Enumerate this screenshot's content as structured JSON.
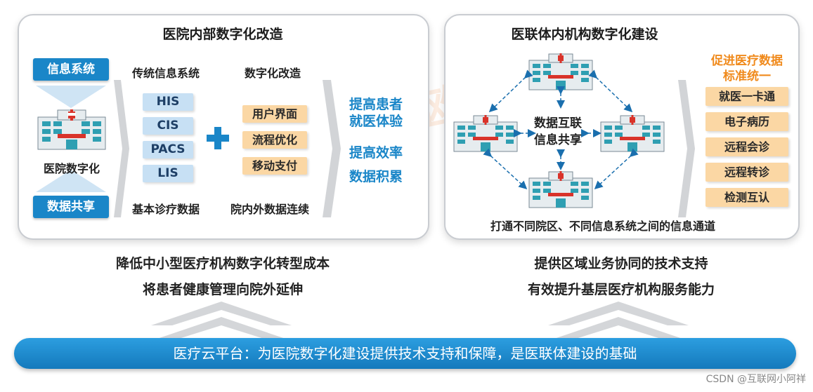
{
  "left_panel": {
    "title": "医院内部数字化改造",
    "pill_top": "信息系统",
    "pill_bottom": "数据共享",
    "hospital_label": "医院数字化",
    "col1_header": "传统信息系统",
    "col1_items": [
      "HIS",
      "CIS",
      "PACS",
      "LIS"
    ],
    "col1_footer": "基本诊疗数据",
    "col2_header": "数字化改造",
    "col2_items": [
      "用户界面",
      "流程优化",
      "移动支付"
    ],
    "col2_footer": "院内外数据连续",
    "benefits": [
      "提高患者\n就医体验",
      "提高效率",
      "数据积累"
    ],
    "caption_lines": [
      "降低中小型医疗机构数字化转型成本",
      "将患者健康管理向院外延伸"
    ]
  },
  "right_panel": {
    "title": "医联体内机构数字化建设",
    "center_label": "数据互联\n信息共享",
    "footer": "打通不同院区、不同信息系统之间的信息通道",
    "goal": "促进医疗数据\n标准统一",
    "items": [
      "就医一卡通",
      "电子病历",
      "远程会诊",
      "远程转诊",
      "检测互认"
    ],
    "caption_lines": [
      "提供区域业务协同的技术支持",
      "有效提升基层医疗机构服务能力"
    ]
  },
  "platform_text": "医疗云平台：为医院数字化建设提供技术支持和保障，是医联体建设的基础",
  "watermark_text": "CSDN @互联网小阿祥",
  "faint_watermark": "亿欧",
  "colors": {
    "blue": "#1a86c8",
    "light_blue": "#c7e0f4",
    "orange_box": "#fbd7a4",
    "orange_text": "#f08a1c"
  }
}
